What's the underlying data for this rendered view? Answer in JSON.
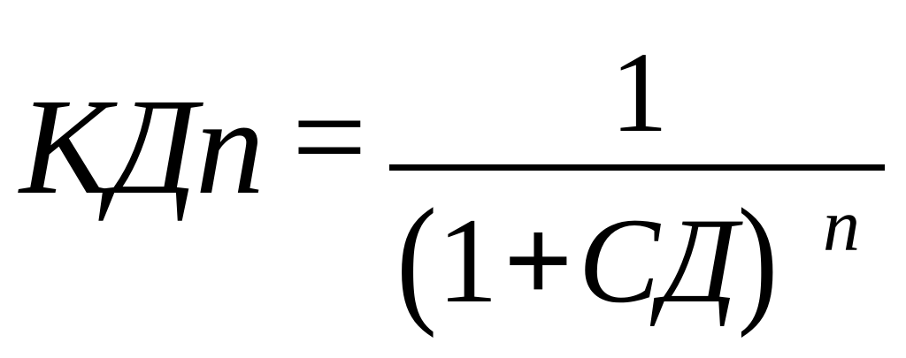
{
  "formula": {
    "lhs": "КДn",
    "equals": "=",
    "numerator": "1",
    "denominator": {
      "open_paren": "(",
      "one": "1",
      "plus": "+",
      "variable": "СД",
      "close_paren": ")",
      "exponent": "n"
    }
  }
}
